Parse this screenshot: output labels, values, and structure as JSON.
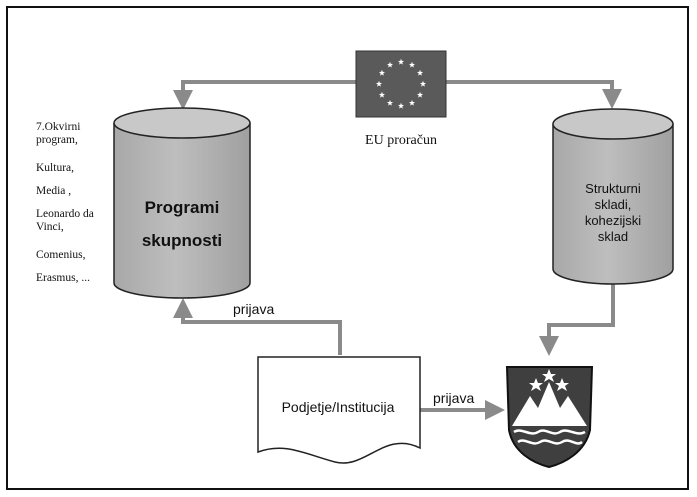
{
  "eu": {
    "budget_label": "EU proračun",
    "flag_colors": {
      "field": "#5a5a5a",
      "stars": "#ffffff"
    },
    "star_icon": "star-icon"
  },
  "left_cylinder": {
    "label_line1": "Programi",
    "label_line2": "skupnosti"
  },
  "right_cylinder": {
    "label_line1": "Strukturni",
    "label_line2": "skladi,",
    "label_line3": "kohezijski",
    "label_line4": "sklad"
  },
  "programmes": [
    "7.Okvirni\nprogram,",
    "Kultura,",
    "Media ,",
    "Leonardo da\nVinci,",
    "Comenius,",
    "Erasmus, ..."
  ],
  "document": {
    "label": "Podjetje/Institucija"
  },
  "arrows": {
    "to_programmes_label": "prijava",
    "to_state_label": "prijava"
  },
  "coat_of_arms": {
    "icon": "slovenia-coat-of-arms-icon"
  },
  "colors": {
    "arrow": "#8a8a8a",
    "cylinder_top": "#c4c4c4",
    "cylinder_body": "#b4b4b4",
    "outline": "#222222"
  }
}
